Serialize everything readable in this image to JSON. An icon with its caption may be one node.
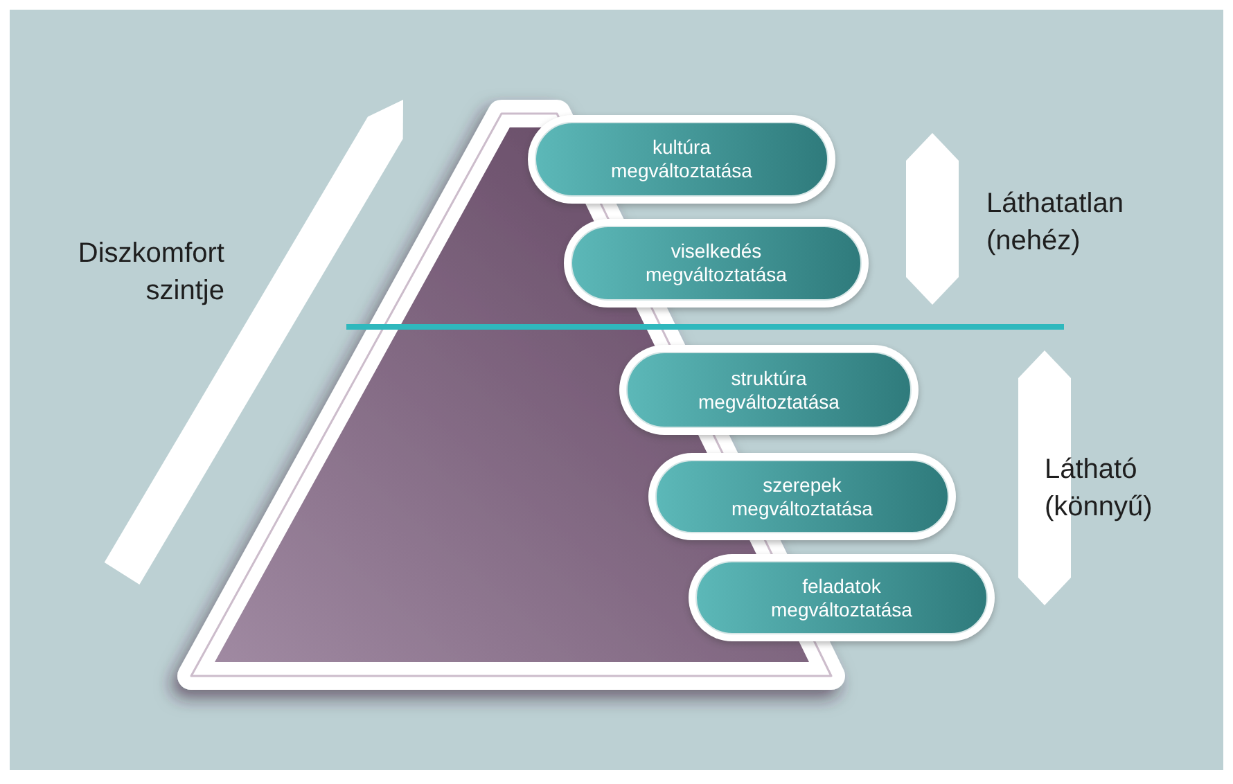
{
  "diagram": {
    "nodes": [
      {
        "text": [
          "kultúra megváltoztatása"
        ]
      },
      {
        "text": [
          "viselkedés megváltoztatása"
        ]
      },
      {
        "text": [
          "struktúra megváltoztatása"
        ]
      },
      {
        "text": [
          "szerepek megváltoztatása"
        ]
      },
      {
        "text": [
          "feladatok megváltoztatása"
        ]
      }
    ],
    "labels": [
      "Diszkomfort szintje",
      "Láthatatlan (nehéz)",
      "Látható (könnyű)"
    ]
  }
}
